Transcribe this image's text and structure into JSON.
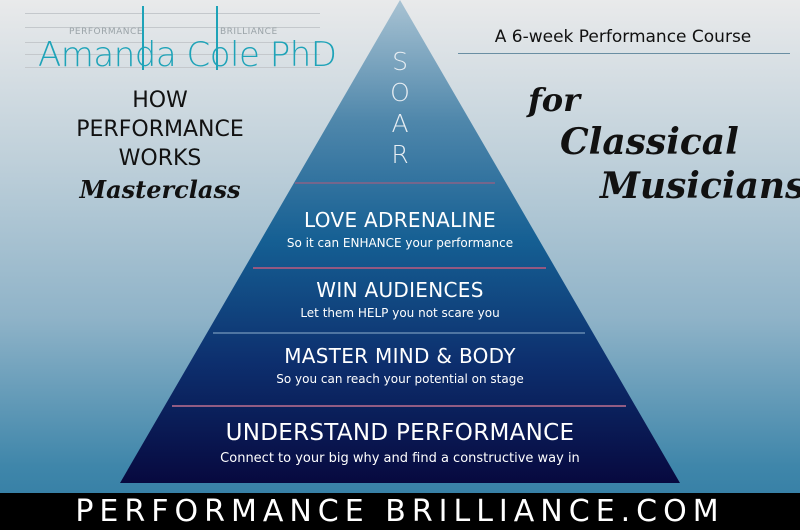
{
  "logo": {
    "top_left": "PERFORMANCE",
    "top_right": "BRILLIANCE",
    "name": "Amanda Cole PhD"
  },
  "left": {
    "lines": [
      "HOW",
      "PERFORMANCE",
      "WORKS"
    ],
    "script": "Masterclass"
  },
  "right": {
    "subtitle": "A 6-week Performance Course",
    "script_lines": [
      "for",
      "Classical",
      "Musicians"
    ]
  },
  "pyramid": {
    "apex_letters": [
      "S",
      "O",
      "A",
      "R"
    ],
    "tiers": [
      {
        "title": "LOVE ADRENALINE",
        "subtitle": "So it can ENHANCE your performance"
      },
      {
        "title": "WIN AUDIENCES",
        "subtitle": "Let them HELP you not scare you"
      },
      {
        "title": "MASTER MIND & BODY",
        "subtitle": "So you can reach your potential on stage"
      },
      {
        "title": "UNDERSTAND PERFORMANCE",
        "subtitle": "Connect to your big why and find a constructive way in"
      }
    ]
  },
  "footer": {
    "text": "PERFORMANCE BRILLIANCE.COM"
  },
  "colors": {
    "brand": "#1ea3b8",
    "footer": "#000000"
  }
}
